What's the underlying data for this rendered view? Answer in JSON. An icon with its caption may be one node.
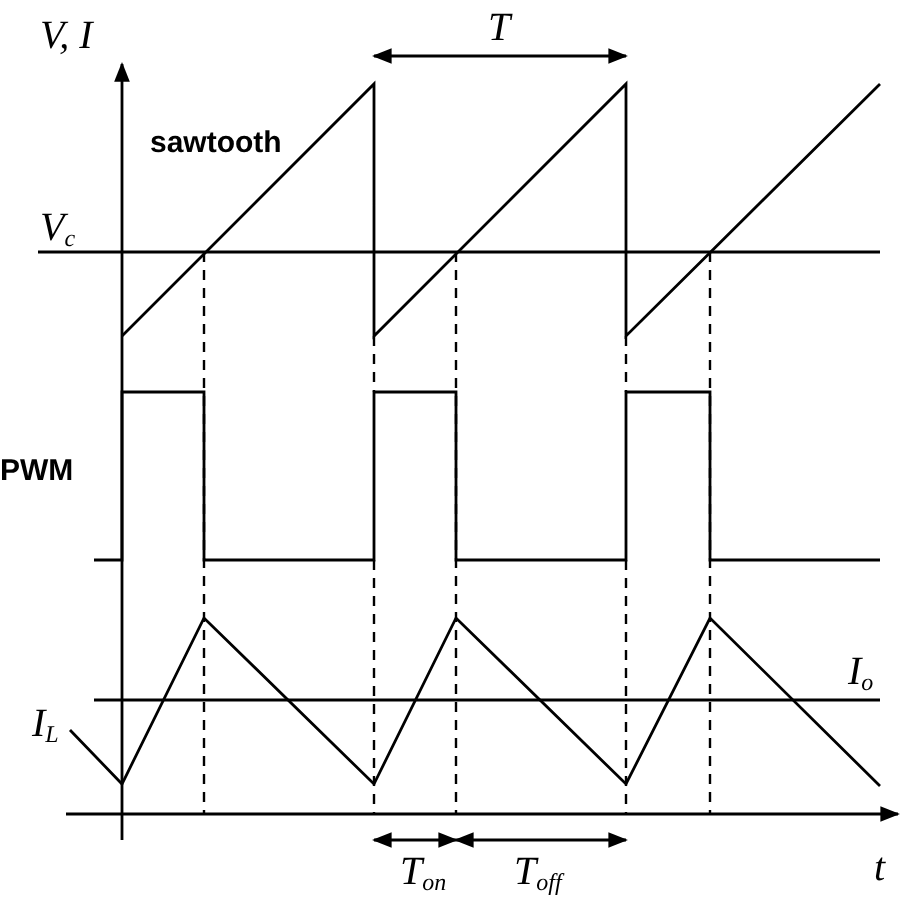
{
  "diagram": {
    "labels": [
      "V, I",
      "T",
      "sawtooth",
      "V$_{c}$",
      "PWM",
      "I$_{o}$",
      "I$_{L}$",
      "t",
      "T$_{on}$",
      "T$_{off}$"
    ]
  }
}
